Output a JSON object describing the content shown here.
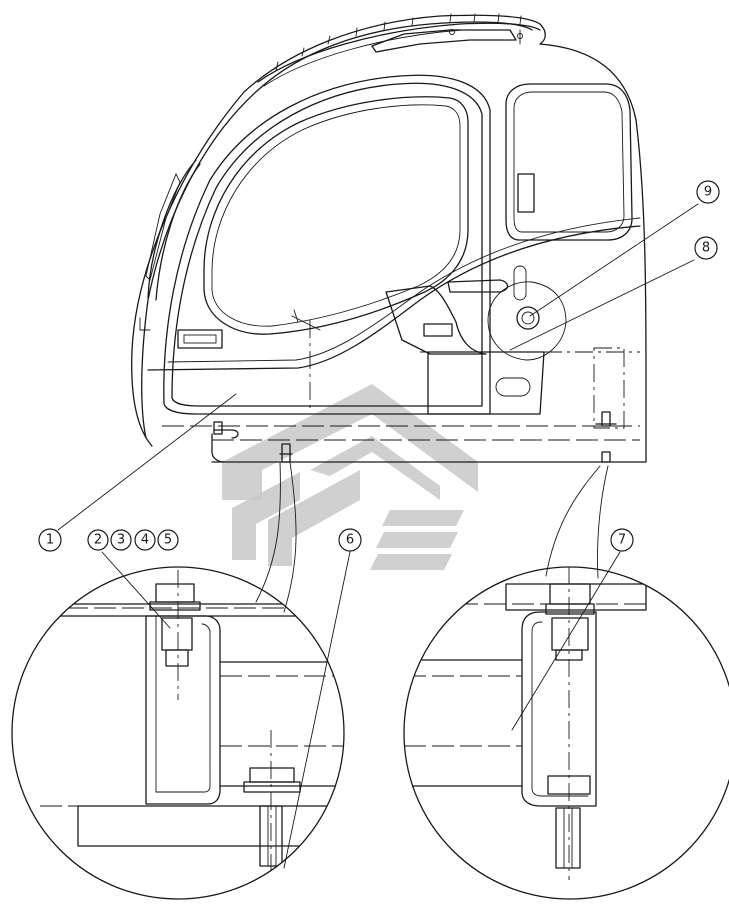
{
  "callouts": [
    {
      "id": "1",
      "label": "1"
    },
    {
      "id": "2",
      "label": "2"
    },
    {
      "id": "3",
      "label": "3"
    },
    {
      "id": "4",
      "label": "4"
    },
    {
      "id": "5",
      "label": "5"
    },
    {
      "id": "6",
      "label": "6"
    },
    {
      "id": "7",
      "label": "7"
    },
    {
      "id": "8",
      "label": "8"
    },
    {
      "id": "9",
      "label": "9"
    }
  ],
  "colors": {
    "line": "#1a1a1a",
    "watermark": "#c8c8c8",
    "background": "#ffffff"
  }
}
